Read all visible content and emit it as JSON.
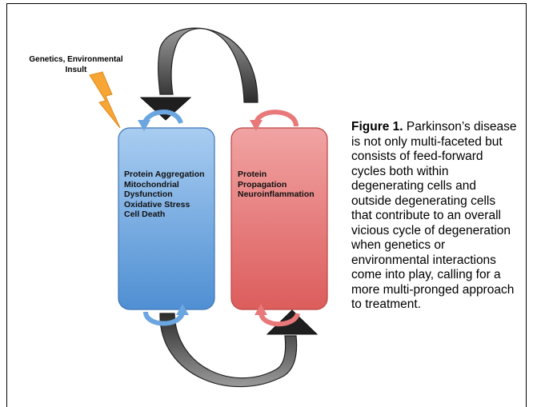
{
  "trigger": {
    "lines": [
      "Genetics, Environmental",
      "Insult"
    ]
  },
  "left_box": {
    "lines": [
      "Protein Aggregation",
      "Mitochondrial",
      "Dysfunction",
      "Oxidative Stress",
      "Cell Death"
    ]
  },
  "right_box": {
    "lines": [
      "Protein Propagation",
      "Neuroinflammation"
    ]
  },
  "caption": {
    "label": "Figure 1.",
    "text": " Parkinson’s disease is not only multi-faceted but consists of feed-forward cycles both within degenerating cells and outside degenerating cells that contribute to an overall vicious cycle of degeneration when genetics or environmental interactions come into play, calling for a more multi-pronged approach to treatment."
  },
  "colors": {
    "left_box": "#6ea7de",
    "right_box": "#e57775",
    "big_arrows": "#3a3a3a",
    "small_left_arrows": "#6ba6e0",
    "small_right_arrows": "#e8787a",
    "lightning": "#f7a535"
  }
}
